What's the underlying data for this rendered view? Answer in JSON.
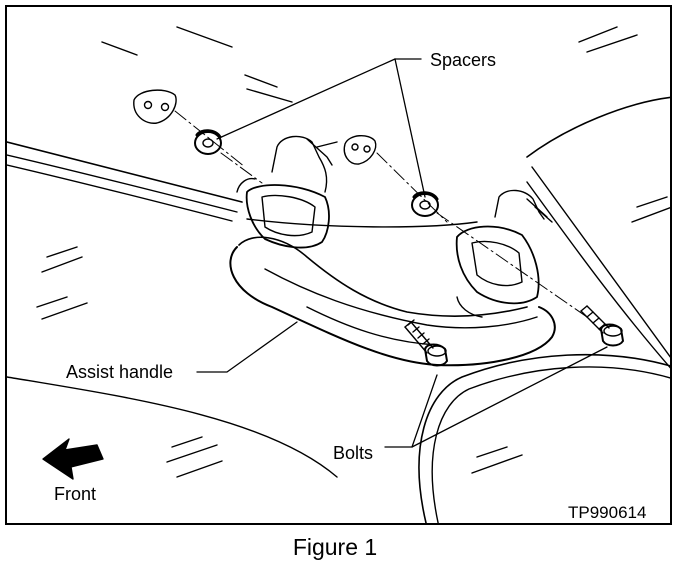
{
  "labels": {
    "spacers": "Spacers",
    "assist_handle": "Assist handle",
    "bolts": "Bolts",
    "front": "Front",
    "figure_code": "TP990614"
  },
  "caption": "Figure 1",
  "icons": [
    "front-direction-arrow-icon"
  ]
}
